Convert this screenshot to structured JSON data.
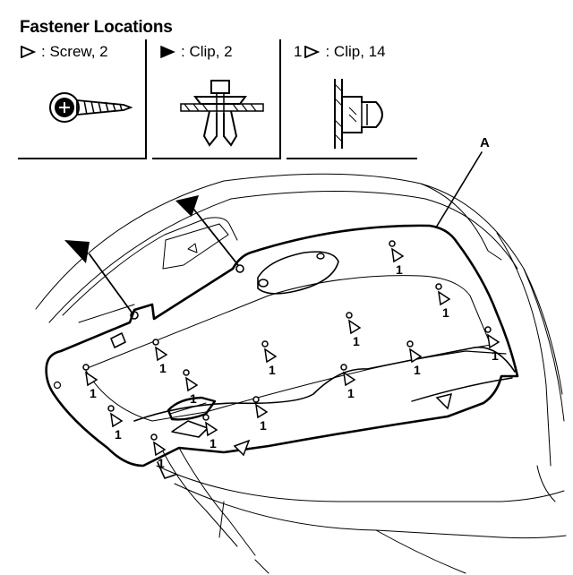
{
  "title": "Fastener Locations",
  "legend": [
    {
      "label": ": Screw, 2",
      "icon": "hollow-triangle-icon"
    },
    {
      "label": ": Clip, 2",
      "icon": "filled-triangle-icon"
    },
    {
      "prefix": "1",
      "label": ": Clip, 14",
      "icon": "hollow-triangle-icon"
    }
  ],
  "callout": "A",
  "clip_number": "1"
}
